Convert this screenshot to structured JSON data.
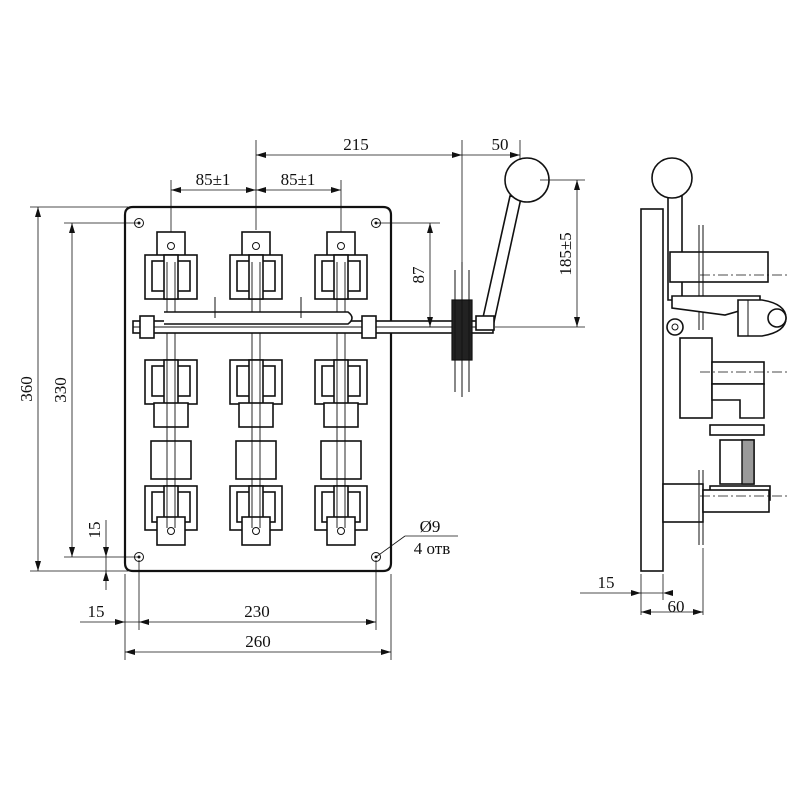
{
  "front_view": {
    "dim_top_reach": "215",
    "dim_handle_offset": "50",
    "dim_pole_pitch_1": "85±1",
    "dim_pole_pitch_2": "85±1",
    "dim_shaft_height": "87",
    "dim_handle_range": "185±5",
    "dim_total_height": "360",
    "dim_hole_height": "330",
    "dim_vertical_edge": "15",
    "dim_horizontal_edge": "15",
    "dim_hole_width": "230",
    "dim_total_width": "260",
    "hole_diameter": "Ø9",
    "hole_count": "4 отв"
  },
  "side_view": {
    "dim_plate_thickness": "15",
    "dim_depth": "60"
  }
}
